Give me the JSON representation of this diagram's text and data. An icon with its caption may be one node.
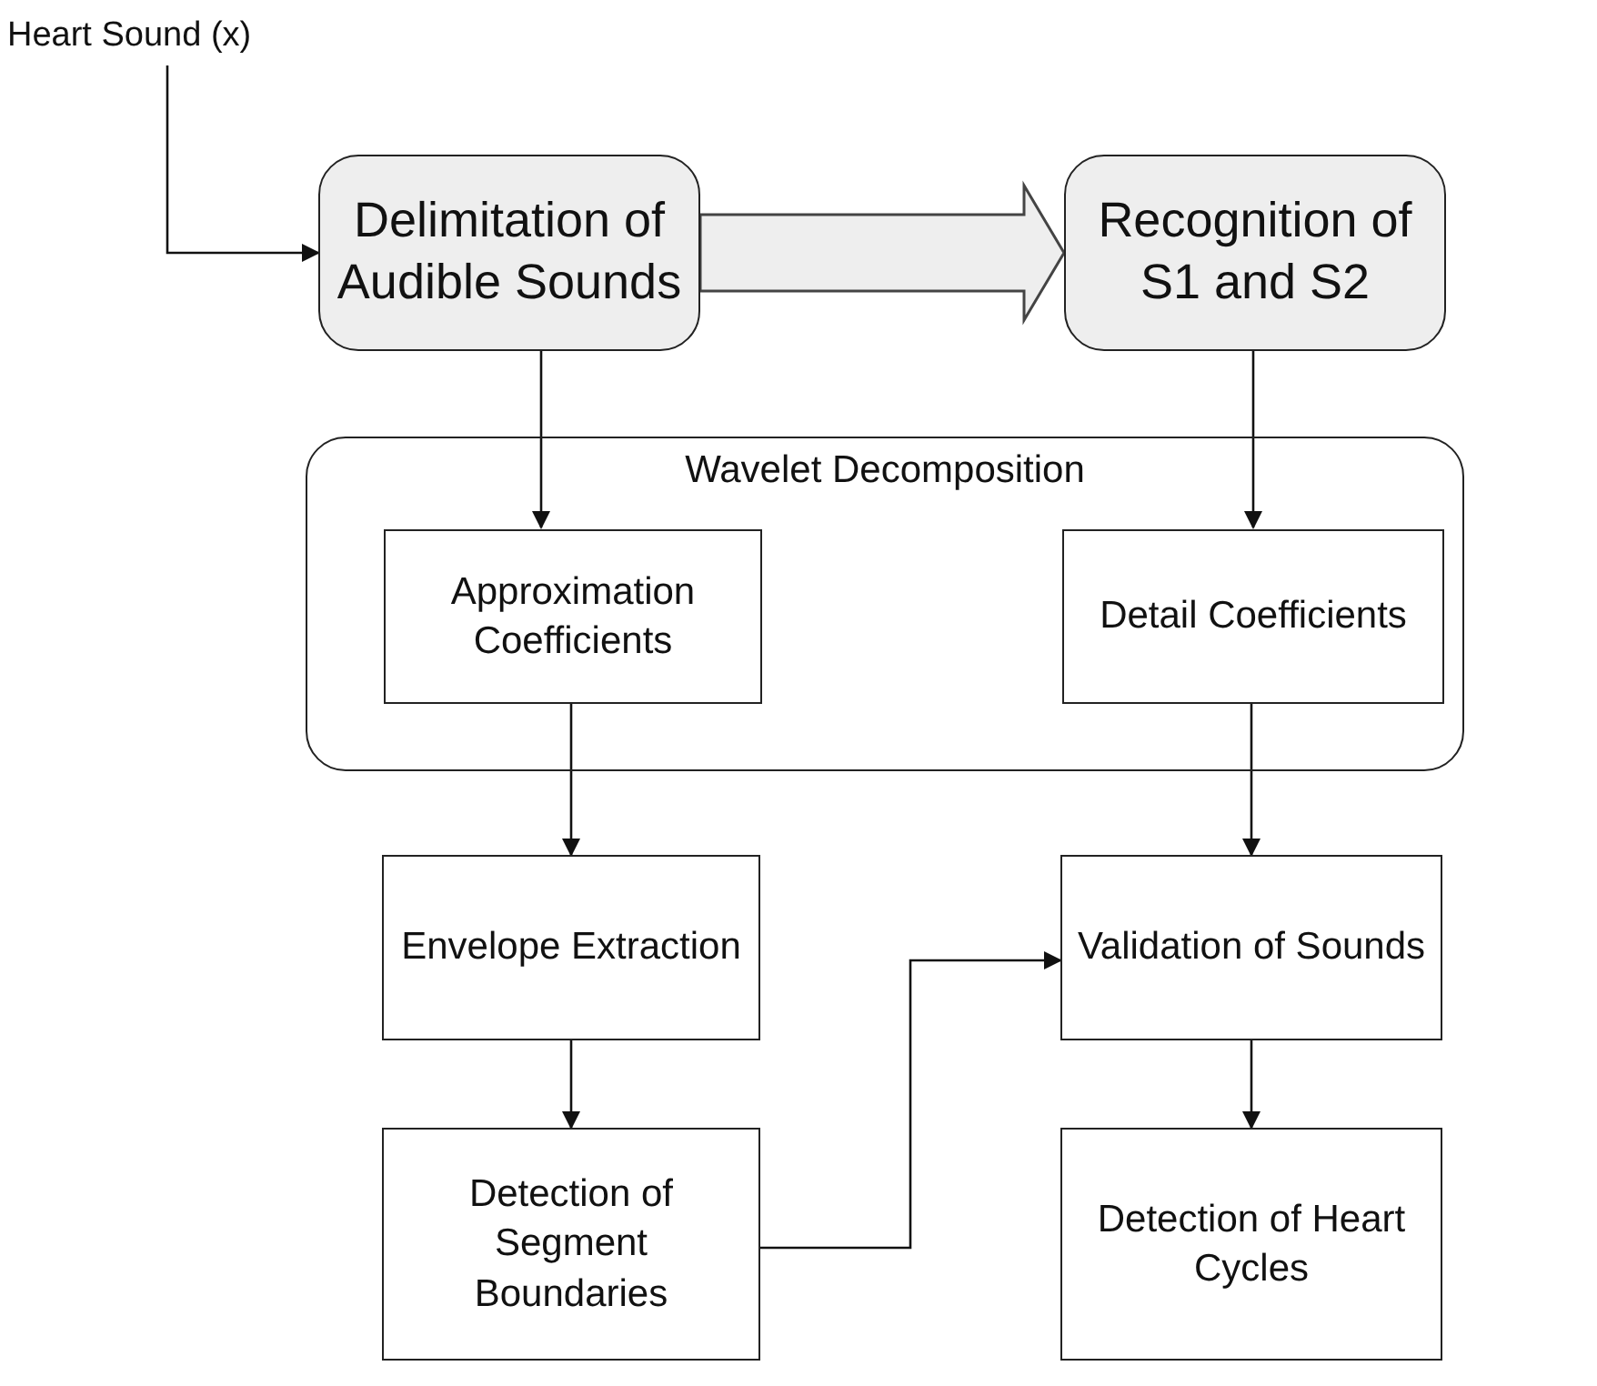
{
  "diagram": {
    "nodes": [
      {
        "text": [
          "Heart Sound (x)"
        ]
      },
      {
        "text": [
          "Delimitation of Audible Sounds"
        ]
      },
      {
        "text": [
          "Recognition of S1 and S2"
        ]
      },
      {
        "text": [
          "Wavelet Decomposition"
        ]
      },
      {
        "text": [
          "Approximation Coefficients"
        ],
        "in": 3
      },
      {
        "text": [
          "Detail Coefficients"
        ],
        "in": 3
      },
      {
        "text": [
          "Envelope Extraction"
        ]
      },
      {
        "text": [
          "Validation of Sounds"
        ]
      },
      {
        "text": [
          "Detection of Segment Boundaries"
        ]
      },
      {
        "text": [
          "Detection of Heart Cycles"
        ]
      }
    ],
    "edges": [
      {
        "from": 0,
        "to": 1,
        "arrow": "to"
      },
      {
        "from": 1,
        "to": 2,
        "arrow": "to",
        "style": "thick"
      },
      {
        "from": 1,
        "to": 4,
        "arrow": "to"
      },
      {
        "from": 2,
        "to": 5,
        "arrow": "to"
      },
      {
        "from": 4,
        "to": 6,
        "arrow": "to"
      },
      {
        "from": 5,
        "to": 7,
        "arrow": "to"
      },
      {
        "from": 6,
        "to": 8,
        "arrow": "to"
      },
      {
        "from": 8,
        "to": 7,
        "arrow": "to"
      },
      {
        "from": 7,
        "to": 9,
        "arrow": "to"
      }
    ]
  }
}
